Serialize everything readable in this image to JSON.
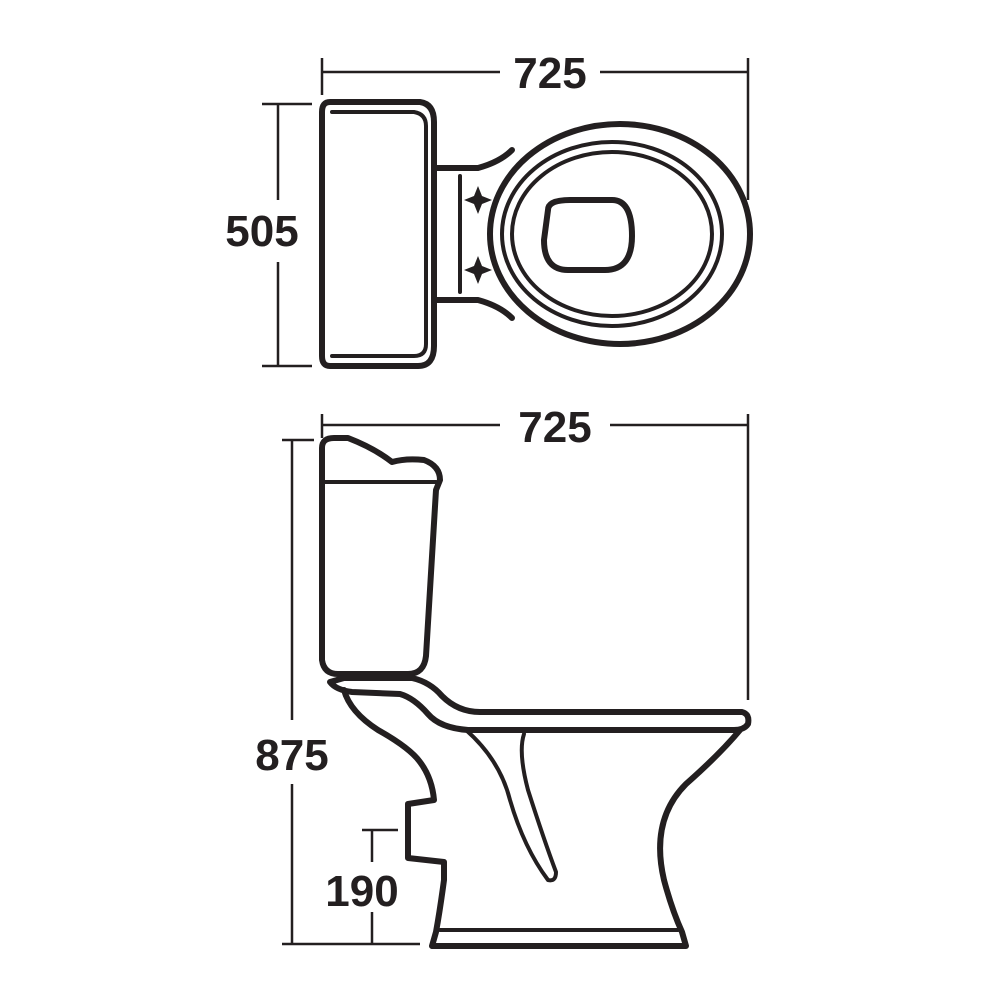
{
  "dimensions": {
    "top_width": "725",
    "top_depth": "505",
    "side_width": "725",
    "side_height": "875",
    "outlet_height": "190"
  },
  "colors": {
    "line": "#231f20",
    "background": "#ffffff"
  }
}
